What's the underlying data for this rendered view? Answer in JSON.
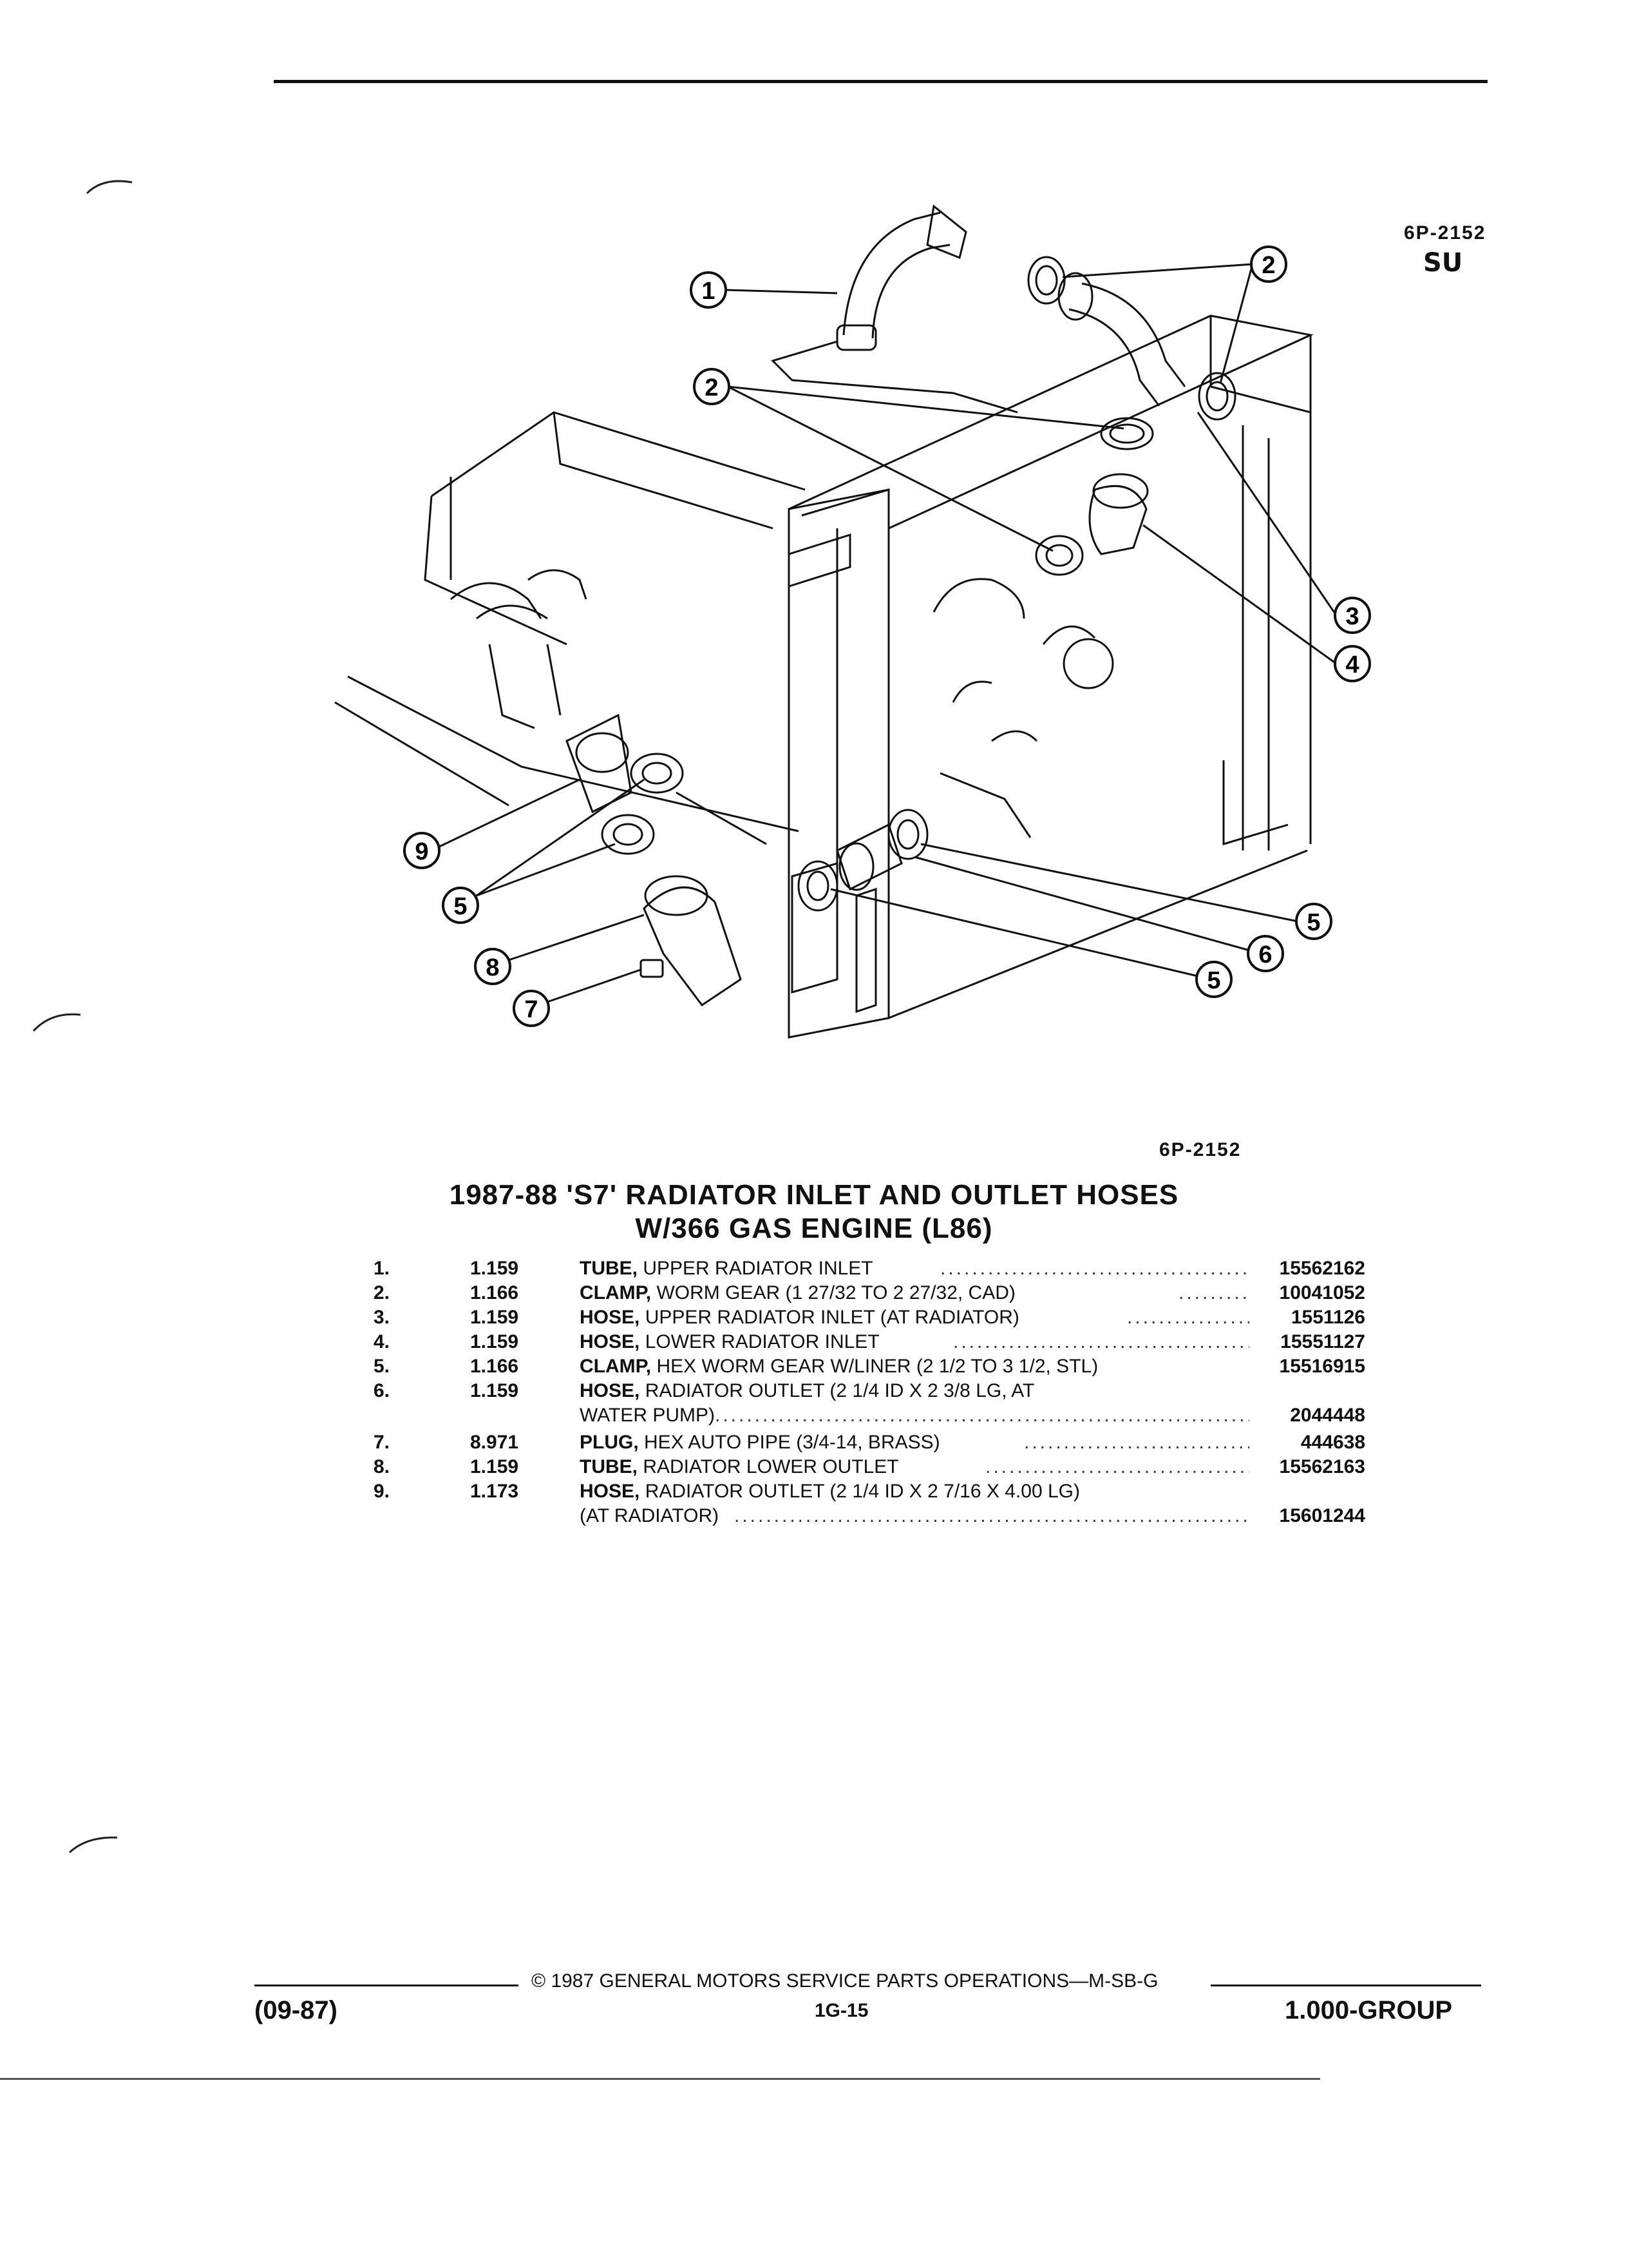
{
  "figure": {
    "code_top": "6P-2152",
    "code_bottom": "6P-2152",
    "logo": "SU",
    "callouts": [
      "1",
      "2",
      "2",
      "3",
      "4",
      "9",
      "5",
      "8",
      "7",
      "5",
      "6",
      "5"
    ]
  },
  "title": {
    "line1": "1987-88 'S7' RADIATOR INLET AND OUTLET HOSES",
    "line2": "W/366 GAS ENGINE (L86)"
  },
  "parts": [
    {
      "item": "1.",
      "group": "1.159",
      "noun": "TUBE,",
      "desc": "UPPER RADIATOR INLET",
      "desc2": "",
      "part": "15562162"
    },
    {
      "item": "2.",
      "group": "1.166",
      "noun": "CLAMP,",
      "desc": "WORM GEAR (1 27/32 TO 2 27/32, CAD)",
      "desc2": "",
      "part": "10041052"
    },
    {
      "item": "3.",
      "group": "1.159",
      "noun": "HOSE,",
      "desc": "UPPER RADIATOR INLET (AT RADIATOR)",
      "desc2": "",
      "part": "1551126"
    },
    {
      "item": "4.",
      "group": "1.159",
      "noun": "HOSE,",
      "desc": "LOWER RADIATOR INLET",
      "desc2": "",
      "part": "15551127"
    },
    {
      "item": "5.",
      "group": "1.166",
      "noun": "CLAMP,",
      "desc": "HEX WORM GEAR W/LINER (2 1/2 TO 3 1/2, STL)",
      "desc2": "",
      "part": "15516915"
    },
    {
      "item": "6.",
      "group": "1.159",
      "noun": "HOSE,",
      "desc": "RADIATOR OUTLET (2 1/4 ID X 2 3/8 LG, AT",
      "desc2": "WATER PUMP)",
      "part": "2044448"
    },
    {
      "item": "7.",
      "group": "8.971",
      "noun": "PLUG,",
      "desc": "HEX AUTO PIPE (3/4-14, BRASS)",
      "desc2": "",
      "part": "444638"
    },
    {
      "item": "8.",
      "group": "1.159",
      "noun": "TUBE,",
      "desc": "RADIATOR LOWER OUTLET",
      "desc2": "",
      "part": "15562163"
    },
    {
      "item": "9.",
      "group": "1.173",
      "noun": "HOSE,",
      "desc": "RADIATOR OUTLET (2 1/4 ID X 2 7/16 X 4.00 LG)",
      "desc2": "(AT RADIATOR)",
      "part": "15601244"
    }
  ],
  "footer": {
    "date": "(09-87)",
    "copyright": "© 1987 GENERAL MOTORS SERVICE PARTS OPERATIONS—M-SB-G",
    "page": "1G-15",
    "group": "1.000-GROUP"
  }
}
